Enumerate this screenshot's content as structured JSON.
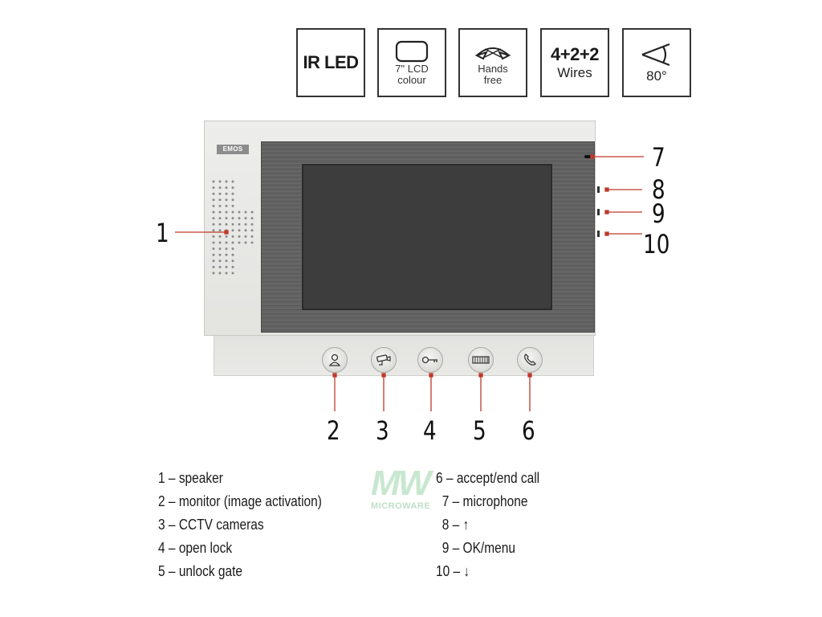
{
  "features": [
    {
      "title": "IR LED",
      "icon": "ir-led"
    },
    {
      "icon": "lcd-screen-icon",
      "line1": "7\" LCD",
      "line2": "colour"
    },
    {
      "icon": "hands-free-icon",
      "line1": "Hands",
      "line2": "free"
    },
    {
      "title": "4+2+2",
      "subtitle": "Wires"
    },
    {
      "icon": "viewing-angle-icon",
      "subtitle": "80°"
    }
  ],
  "device": {
    "brand": "EMOS"
  },
  "callouts": [
    "1",
    "2",
    "3",
    "4",
    "5",
    "6",
    "7",
    "8",
    "9",
    "10"
  ],
  "legend_left": [
    "1 – speaker",
    "2 – monitor (image activation)",
    "3 – CCTV cameras",
    "4 – open lock",
    "5 – unlock gate"
  ],
  "legend_right": [
    "6 – accept/end call",
    "7 – microphone",
    "8 – ↑",
    "9 – OK/menu",
    "10 – ↓"
  ],
  "watermark": {
    "mark": "MW",
    "text": "MICROWARE"
  },
  "colors": {
    "callout_line": "#c0392b",
    "bezel": "#5e5e5e",
    "screen": "#3d3d3d"
  }
}
